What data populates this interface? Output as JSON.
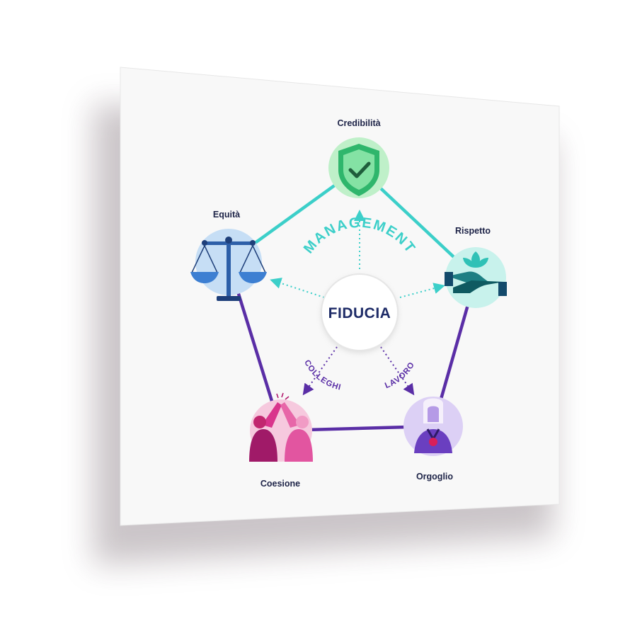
{
  "center": {
    "label": "FIDUCIA"
  },
  "relations": {
    "management": "MANAGEMENT",
    "colleghi": "COLLEGHI",
    "lavoro": "LAVORO"
  },
  "nodes": {
    "credibilita": {
      "label": "Credibilità",
      "icon": "shield-check-icon"
    },
    "rispetto": {
      "label": "Rispetto",
      "icon": "hands-plant-icon"
    },
    "orgoglio": {
      "label": "Orgoglio",
      "icon": "person-medal-icon"
    },
    "coesione": {
      "label": "Coesione",
      "icon": "high-five-icon"
    },
    "equita": {
      "label": "Equità",
      "icon": "scales-icon"
    }
  },
  "colors": {
    "teal": "#3ccfc9",
    "purple": "#5a2ea6",
    "navy": "#1e2b67"
  }
}
